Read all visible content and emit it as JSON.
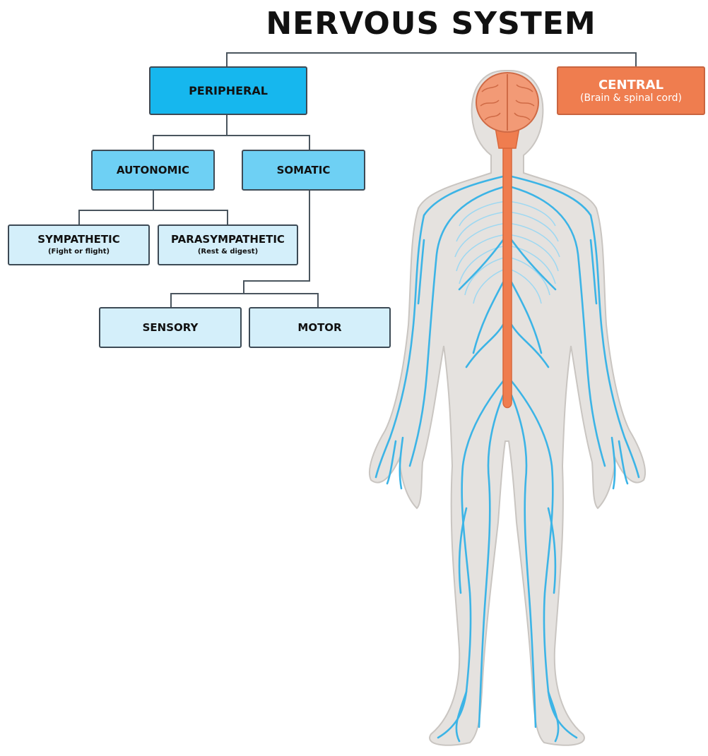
{
  "title": "NERVOUS SYSTEM",
  "nodes": {
    "peripheral": {
      "label": "PERIPHERAL"
    },
    "central": {
      "label": "CENTRAL",
      "sub": "(Brain & spinal cord)"
    },
    "autonomic": {
      "label": "AUTONOMIC"
    },
    "somatic": {
      "label": "SOMATIC"
    },
    "sympathetic": {
      "label": "SYMPATHETIC",
      "sub": "(Fight or flight)"
    },
    "parasympathetic": {
      "label": "PARASYMPATHETIC",
      "sub": "(Rest & digest)"
    },
    "sensory": {
      "label": "SENSORY"
    },
    "motor": {
      "label": "MOTOR"
    }
  },
  "colors": {
    "peripheral": "#16b7ee",
    "level2": "#6ed0f4",
    "level3": "#d4effa",
    "central": "#ef7d4f",
    "nerves": "#3cb4e6",
    "spinal_cord": "#ef7d4f",
    "body": "#e5e2df"
  }
}
